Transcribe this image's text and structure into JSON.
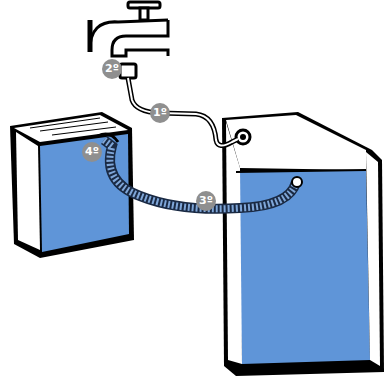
{
  "diagram": {
    "labels": [
      "2º",
      "1º",
      "4º",
      "3º"
    ]
  }
}
